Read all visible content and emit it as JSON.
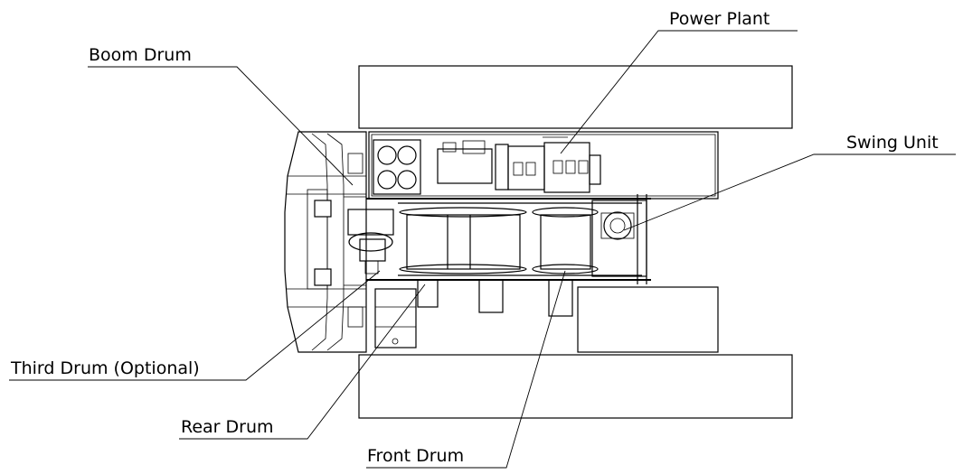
{
  "labels": {
    "boom_drum": "Boom Drum",
    "power_plant": "Power Plant",
    "swing_unit": "Swing Unit",
    "third_drum": "Third Drum (Optional)",
    "rear_drum": "Rear Drum",
    "front_drum": "Front Drum"
  }
}
